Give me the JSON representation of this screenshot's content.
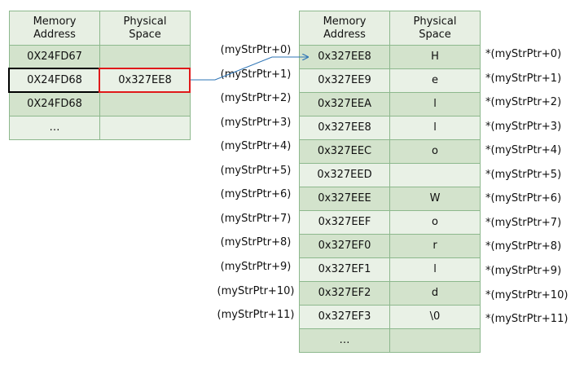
{
  "left_table": {
    "headers": [
      "Memory\nAddress",
      "Physical\nSpace"
    ],
    "rows": [
      {
        "address": "0X24FD67",
        "value": ""
      },
      {
        "address": "0X24FD68",
        "value": "0x327EE8"
      },
      {
        "address": "0X24FD68",
        "value": ""
      },
      {
        "address": "…",
        "value": ""
      }
    ]
  },
  "right_table": {
    "headers": [
      "Memory\nAddress",
      "Physical\nSpace"
    ],
    "rows": [
      {
        "address": "0x327EE8",
        "value": "H"
      },
      {
        "address": "0x327EE9",
        "value": "e"
      },
      {
        "address": "0x327EEA",
        "value": "l"
      },
      {
        "address": "0x327EE8",
        "value": "l"
      },
      {
        "address": "0x327EEC",
        "value": "o"
      },
      {
        "address": "0x327EED",
        "value": ""
      },
      {
        "address": "0x327EEE",
        "value": "W"
      },
      {
        "address": "0x327EEF",
        "value": "o"
      },
      {
        "address": "0x327EF0",
        "value": "r"
      },
      {
        "address": "0x327EF1",
        "value": "l"
      },
      {
        "address": "0x327EF2",
        "value": "d"
      },
      {
        "address": "0x327EF3",
        "value": "\\0"
      },
      {
        "address": "…",
        "value": ""
      }
    ]
  },
  "offset_labels": [
    "(myStrPtr+0)",
    "(myStrPtr+1)",
    "(myStrPtr+2)",
    "(myStrPtr+3)",
    "(myStrPtr+4)",
    "(myStrPtr+5)",
    "(myStrPtr+6)",
    "(myStrPtr+7)",
    "(myStrPtr+8)",
    "(myStrPtr+9)",
    "(myStrPtr+10)",
    "(myStrPtr+11)"
  ],
  "deref_labels": [
    "*(myStrPtr+0)",
    "*(myStrPtr+1)",
    "*(myStrPtr+2)",
    "*(myStrPtr+3)",
    "*(myStrPtr+4)",
    "*(myStrPtr+5)",
    "*(myStrPtr+6)",
    "*(myStrPtr+7)",
    "*(myStrPtr+8)",
    "*(myStrPtr+9)",
    "*(myStrPtr+10)",
    "*(myStrPtr+11)"
  ],
  "colors": {
    "table_border": "#8db88d",
    "header_fill": "#e7efe3",
    "row_dark": "#d3e3cc",
    "row_light": "#e9f1e6",
    "highlight_address": "#000000",
    "highlight_pointer": "#e0191a",
    "arrow": "#2e75b6"
  }
}
